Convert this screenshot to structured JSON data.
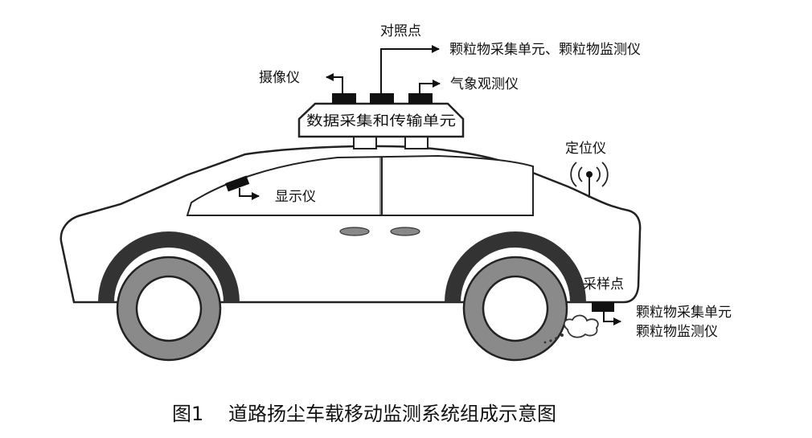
{
  "labels": {
    "reference_point": "对照点",
    "particle_units_roof": "颗粒物采集单元、颗粒物监测仪",
    "camera": "摄像仪",
    "weather": "气象观测仪",
    "data_unit": "数据采集和传输单元",
    "gps": "定位仪",
    "display": "显示仪",
    "sampling_point": "采样点",
    "rear_collector": "颗粒物采集单元",
    "rear_monitor": "颗粒物监测仪"
  },
  "caption": {
    "figure_number": "图1",
    "title": "道路扬尘车载移动监测系统组成示意图"
  }
}
